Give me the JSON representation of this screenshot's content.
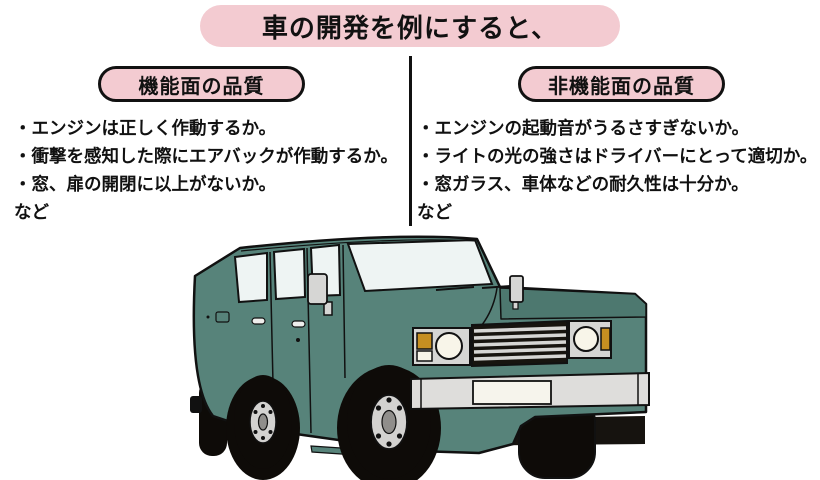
{
  "title": "車の開発を例にすると、",
  "left_panel": {
    "heading": "機能面の品質",
    "items": [
      "・エンジンは正しく作動するか。",
      "・衝撃を感知した際にエアバックが作動するか。",
      "・窓、扉の開閉に以上がないか。"
    ],
    "footer": "など"
  },
  "right_panel": {
    "heading": "非機能面の品質",
    "items": [
      "・エンジンの起動音がうるさすぎないか。",
      "・ライトの光の強さはドライバーにとって適切か。",
      "・窓ガラス、車体などの耐久性は十分か。"
    ],
    "footer": "など"
  },
  "illustration": {
    "name": "green-suv-car"
  },
  "theme": {
    "pink": "#f3cbd1",
    "ink": "#111111",
    "body": "#57837a",
    "body_dark": "#4d786f",
    "window": "#eef4f3",
    "gray": "#d6d6d4",
    "bumper": "#dedddb",
    "headlight": "#f8f5e9",
    "plate": "#f6f4ec",
    "amber": "#c68f21",
    "tire": "#0e0b08",
    "hub": "#d3d2d0",
    "hub_center": "#908e8b"
  }
}
